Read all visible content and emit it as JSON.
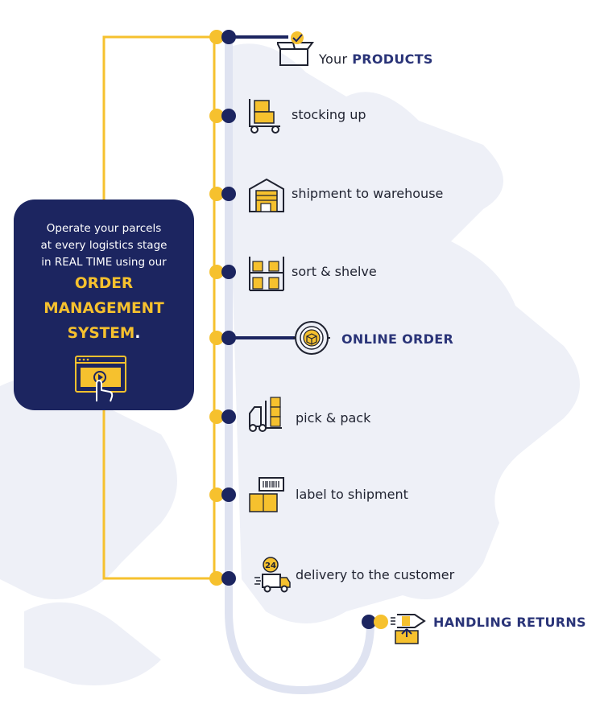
{
  "colors": {
    "navy": "#1c2560",
    "yellow": "#f6c12e",
    "track": "#dfe3f1",
    "map": "#eef0f7",
    "text": "#1f2230"
  },
  "panel": {
    "line1": "Operate your parcels",
    "line2": "at every logistics stage",
    "line3": "in  REAL TIME  using our",
    "highlight1": "ORDER",
    "highlight2": "MANAGEMENT",
    "highlight3": "SYSTEM",
    "highlight3_suffix": ".",
    "icon": "browser-click-icon"
  },
  "steps": [
    {
      "id": "products",
      "prefix": "Your",
      "label": "PRODUCTS",
      "icon": "open-box-check-icon"
    },
    {
      "id": "stocking",
      "label": "stocking up",
      "icon": "hand-truck-boxes-icon"
    },
    {
      "id": "shipment-warehouse",
      "label": "shipment to warehouse",
      "icon": "warehouse-icon"
    },
    {
      "id": "sort-shelve",
      "label": "sort & shelve",
      "icon": "shelves-icon"
    },
    {
      "id": "online-order",
      "label": "ONLINE  ORDER",
      "icon": "target-box-icon"
    },
    {
      "id": "pick-pack",
      "label": "pick & pack",
      "icon": "forklift-icon"
    },
    {
      "id": "label-shipment",
      "label": "label to shipment",
      "icon": "barcode-box-icon"
    },
    {
      "id": "delivery",
      "label": "delivery to the customer",
      "icon": "truck-24-icon"
    },
    {
      "id": "returns",
      "label": "HANDLING RETURNS",
      "icon": "return-box-icon"
    }
  ]
}
